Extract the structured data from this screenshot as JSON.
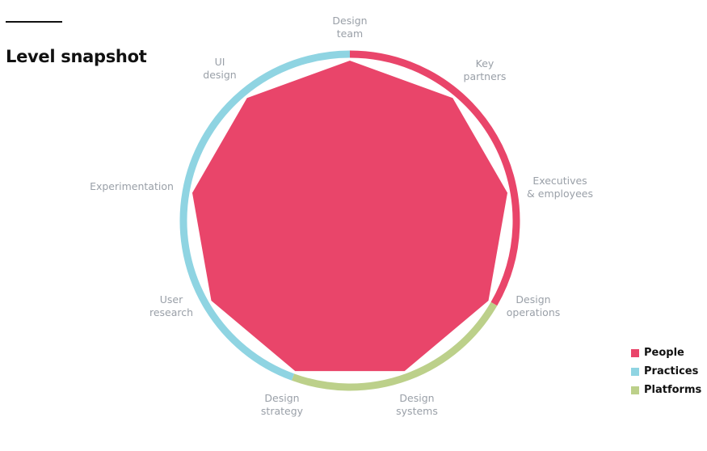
{
  "header": {
    "title": "Level snapshot"
  },
  "colors": {
    "people": "#e9456a",
    "practices": "#8fd4e2",
    "platforms": "#bcd08a",
    "label": "#9aa0a8"
  },
  "legend": [
    {
      "label": "People",
      "color": "#e9456a"
    },
    {
      "label": "Practices",
      "color": "#8fd4e2"
    },
    {
      "label": "Platforms",
      "color": "#bcd08a"
    }
  ],
  "chart_data": {
    "type": "radar",
    "title": "Level snapshot",
    "axes": [
      {
        "label": [
          "Design",
          "team"
        ],
        "group": "People",
        "value": 1.0
      },
      {
        "label": [
          "Key",
          "partners"
        ],
        "group": "People",
        "value": 1.0
      },
      {
        "label": [
          "Executives",
          "& employees"
        ],
        "group": "People",
        "value": 1.0
      },
      {
        "label": [
          "Design",
          "operations"
        ],
        "group": "Platforms",
        "value": 1.0
      },
      {
        "label": [
          "Design",
          "systems"
        ],
        "group": "Platforms",
        "value": 1.0
      },
      {
        "label": [
          "Design",
          "strategy"
        ],
        "group": "Practices",
        "value": 1.0
      },
      {
        "label": [
          "User",
          "research"
        ],
        "group": "Practices",
        "value": 1.0
      },
      {
        "label": [
          "Experimentation"
        ],
        "group": "Practices",
        "value": 1.0
      },
      {
        "label": [
          "UI",
          "design"
        ],
        "group": "Practices",
        "value": 1.0
      }
    ],
    "ring_segments": [
      {
        "group": "People",
        "from_deg": 0,
        "to_deg": 120
      },
      {
        "group": "Platforms",
        "from_deg": 120,
        "to_deg": 200
      },
      {
        "group": "Practices",
        "from_deg": 200,
        "to_deg": 360
      }
    ],
    "legend_position": "bottom-right"
  }
}
